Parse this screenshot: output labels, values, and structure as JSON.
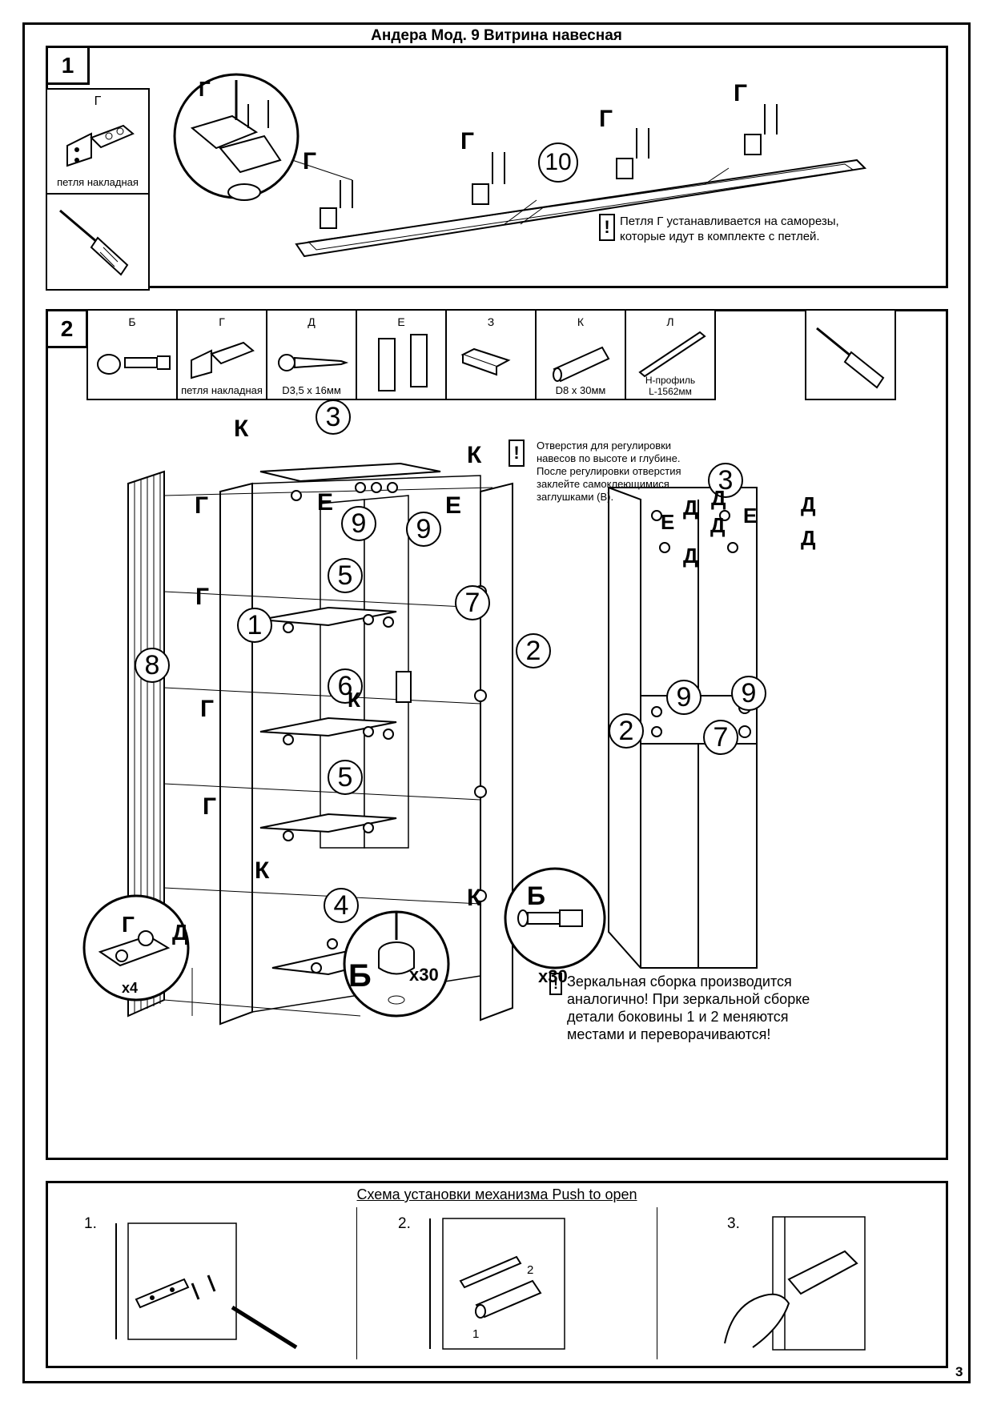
{
  "title": "Андера Мод. 9 Витрина навесная",
  "page_number": "3",
  "step1": {
    "number": "1",
    "hinge_letter": "Г",
    "hinge_caption": "петля накладная",
    "hinge_labels": [
      "Г",
      "Г",
      "Г",
      "Г",
      "Г"
    ],
    "part_number": "10",
    "note": "Петля Г устанавливается на саморезы, которые идут в комплекте с петлей.",
    "note_line1": "Петля Г устанавливается на саморезы,",
    "note_line2": "которые идут в комплекте с петлей."
  },
  "step2": {
    "number": "2",
    "parts": [
      {
        "letter": "Б",
        "caption": ""
      },
      {
        "letter": "Г",
        "caption": "петля накладная"
      },
      {
        "letter": "Д",
        "caption": "D3,5 x 16мм"
      },
      {
        "letter": "Е",
        "caption": ""
      },
      {
        "letter": "З",
        "caption": ""
      },
      {
        "letter": "К",
        "caption": "D8 x 30мм"
      },
      {
        "letter": "Л",
        "caption": "H-профиль L-1562мм"
      }
    ],
    "l_caption_1": "H-профиль",
    "l_caption_2": "L-1562мм",
    "adjust_note_lines": [
      "Отверстия для регулировки",
      "навесов по высоте и глубине.",
      "После регулировки отверстия",
      "заклейте самоклеющимися",
      "заглушками (В)."
    ],
    "mirror_note_lines": [
      "Зеркальная сборка производится",
      "аналогично! При зеркальной сборке",
      "детали боковины 1 и 2 меняются",
      "местами и переворачиваются!"
    ],
    "part_numbers": {
      "p1": "1",
      "p2": "2",
      "p3": "3",
      "p4": "4",
      "p5a": "5",
      "p5b": "5",
      "p6": "6",
      "p7": "7",
      "p8": "8",
      "p9a": "9",
      "p9b": "9"
    },
    "letters": {
      "K": "К",
      "E": "Е",
      "G": "Г",
      "D": "Д",
      "B": "Б"
    },
    "detail_counts": {
      "hinge": "x4",
      "cam": "x30",
      "dowel": "x30"
    },
    "right_view": {
      "p3": "3",
      "p9a": "9",
      "p9b": "9",
      "p2": "2",
      "p7": "7"
    }
  },
  "push_open": {
    "title": "Схема установки механизма Push to open",
    "steps": [
      "1.",
      "2.",
      "3."
    ],
    "arrow_labels": [
      "1",
      "2"
    ]
  }
}
